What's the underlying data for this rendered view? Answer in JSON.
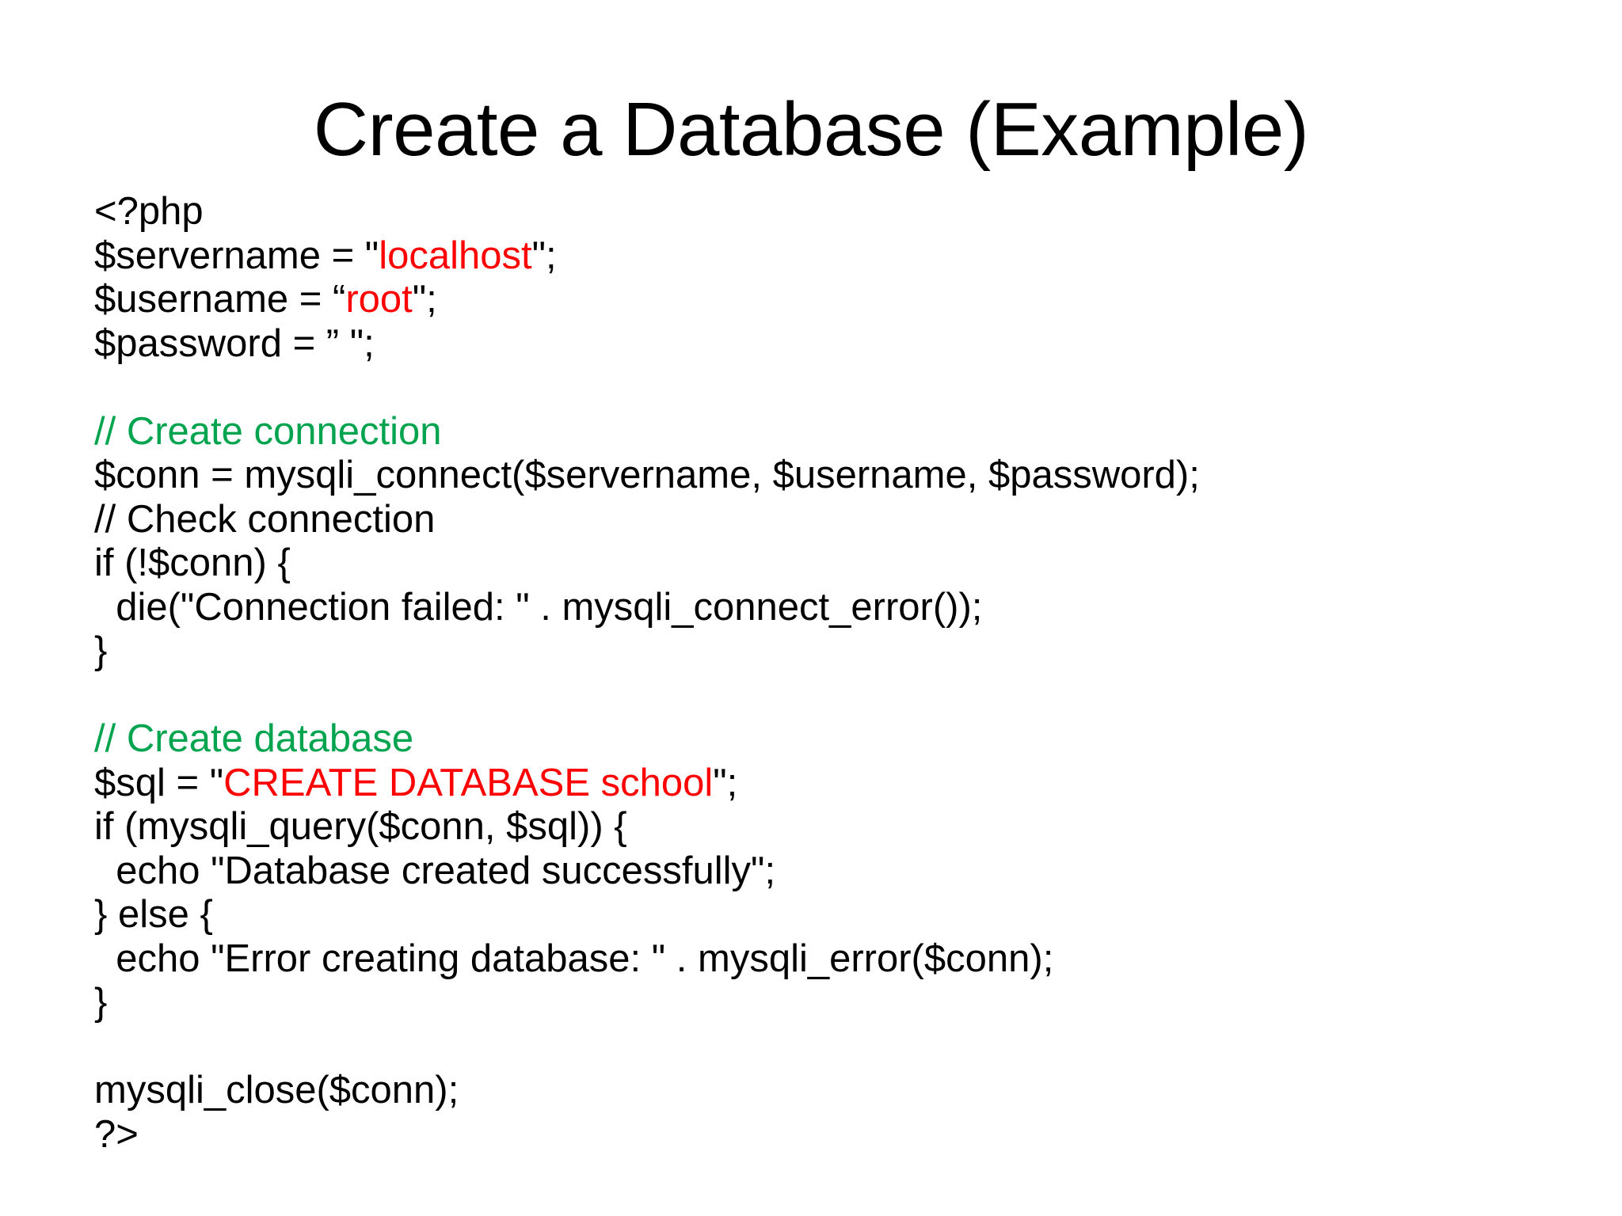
{
  "slide": {
    "title": "Create a Database (Example)",
    "background_color": "#ffffff",
    "colors": {
      "text": "#000000",
      "string_red": "#ff0000",
      "comment_green": "#00a44f"
    },
    "code": {
      "language": "php",
      "lines": [
        {
          "id": "line-php-open",
          "segments": [
            {
              "text": "<?php",
              "color": "plain"
            }
          ]
        },
        {
          "id": "line-servername",
          "segments": [
            {
              "text": "$servername = \"",
              "color": "plain"
            },
            {
              "text": "localhost",
              "color": "red"
            },
            {
              "text": "\";",
              "color": "plain"
            }
          ]
        },
        {
          "id": "line-username",
          "segments": [
            {
              "text": "$username = “",
              "color": "plain"
            },
            {
              "text": "root",
              "color": "red"
            },
            {
              "text": "\";",
              "color": "plain"
            }
          ]
        },
        {
          "id": "line-password",
          "segments": [
            {
              "text": "$password = ” \";",
              "color": "plain"
            }
          ]
        },
        {
          "id": "line-blank-1",
          "segments": [
            {
              "text": "",
              "color": "plain"
            }
          ]
        },
        {
          "id": "line-comment-create-connection",
          "segments": [
            {
              "text": "// Create connection",
              "color": "green"
            }
          ]
        },
        {
          "id": "line-conn-assign",
          "segments": [
            {
              "text": "$conn = mysqli_connect($servername, $username, $password);",
              "color": "plain"
            }
          ]
        },
        {
          "id": "line-comment-check-connection",
          "segments": [
            {
              "text": "// Check connection",
              "color": "plain"
            }
          ]
        },
        {
          "id": "line-if-conn",
          "segments": [
            {
              "text": "if (!$conn) {",
              "color": "plain"
            }
          ]
        },
        {
          "id": "line-die",
          "segments": [
            {
              "text": "  die(\"Connection failed: \" . mysqli_connect_error());",
              "color": "plain"
            }
          ]
        },
        {
          "id": "line-close-brace-1",
          "segments": [
            {
              "text": "}",
              "color": "plain"
            }
          ]
        },
        {
          "id": "line-blank-2",
          "segments": [
            {
              "text": "",
              "color": "plain"
            }
          ]
        },
        {
          "id": "line-comment-create-database",
          "segments": [
            {
              "text": "// Create database",
              "color": "green"
            }
          ]
        },
        {
          "id": "line-sql-assign",
          "segments": [
            {
              "text": "$sql = \"",
              "color": "plain"
            },
            {
              "text": "CREATE DATABASE school",
              "color": "red"
            },
            {
              "text": "\";",
              "color": "plain"
            }
          ]
        },
        {
          "id": "line-if-query",
          "segments": [
            {
              "text": "if (mysqli_query($conn, $sql)) {",
              "color": "plain"
            }
          ]
        },
        {
          "id": "line-echo-success",
          "segments": [
            {
              "text": "  echo \"Database created successfully\";",
              "color": "plain"
            }
          ]
        },
        {
          "id": "line-else",
          "segments": [
            {
              "text": "} else {",
              "color": "plain"
            }
          ]
        },
        {
          "id": "line-echo-error",
          "segments": [
            {
              "text": "  echo \"Error creating database: \" . mysqli_error($conn);",
              "color": "plain"
            }
          ]
        },
        {
          "id": "line-close-brace-2",
          "segments": [
            {
              "text": "}",
              "color": "plain"
            }
          ]
        },
        {
          "id": "line-blank-3",
          "segments": [
            {
              "text": "",
              "color": "plain"
            }
          ]
        },
        {
          "id": "line-mysqli-close",
          "segments": [
            {
              "text": "mysqli_close($conn);",
              "color": "plain"
            }
          ]
        },
        {
          "id": "line-php-close",
          "segments": [
            {
              "text": "?>",
              "color": "plain"
            }
          ]
        }
      ]
    }
  }
}
